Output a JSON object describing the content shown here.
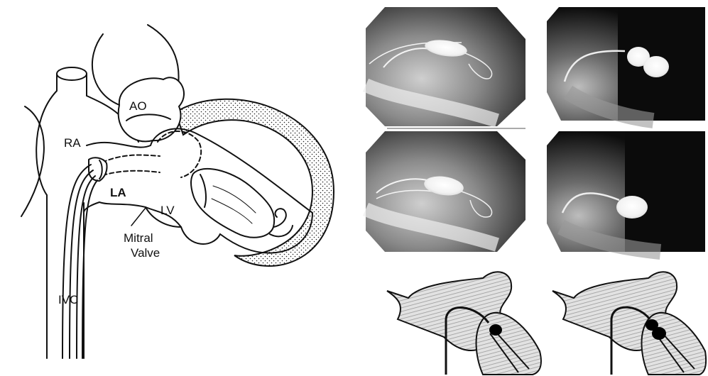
{
  "heart_diagram": {
    "labels": {
      "ao": "AO",
      "ra": "RA",
      "la": "LA",
      "lv": "LV",
      "mitral_line1": "Mitral",
      "mitral_line2": "Valve",
      "ivc": "IVC"
    }
  },
  "xray_panels": [
    {
      "row": 1,
      "view": "left",
      "balloon_state": "waist"
    },
    {
      "row": 1,
      "view": "right",
      "balloon_state": "waist"
    },
    {
      "row": 2,
      "view": "left",
      "balloon_state": "full"
    },
    {
      "row": 2,
      "view": "right",
      "balloon_state": "full"
    }
  ],
  "schematics": [
    {
      "view": "left",
      "balloon_count": 1
    },
    {
      "view": "right",
      "balloon_count": 2
    }
  ],
  "colors": {
    "line": "#111111",
    "xray_dark": "#0d0d0d",
    "xray_light": "#e8e8e8",
    "hatch_bg": "#dcdcdc"
  }
}
